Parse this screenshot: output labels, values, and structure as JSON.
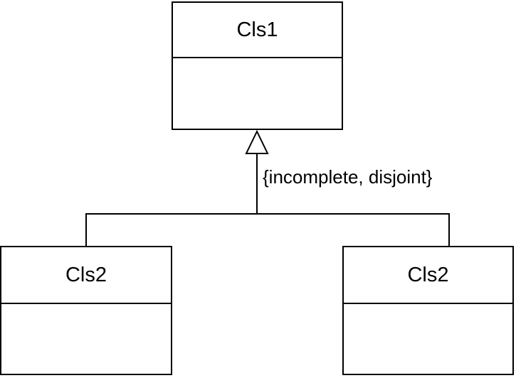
{
  "diagram": {
    "parent_class": {
      "name": "Cls1"
    },
    "child_classes": [
      {
        "name": "Cls2"
      },
      {
        "name": "Cls2"
      }
    ],
    "generalization": {
      "constraint": "{incomplete, disjoint}"
    }
  }
}
